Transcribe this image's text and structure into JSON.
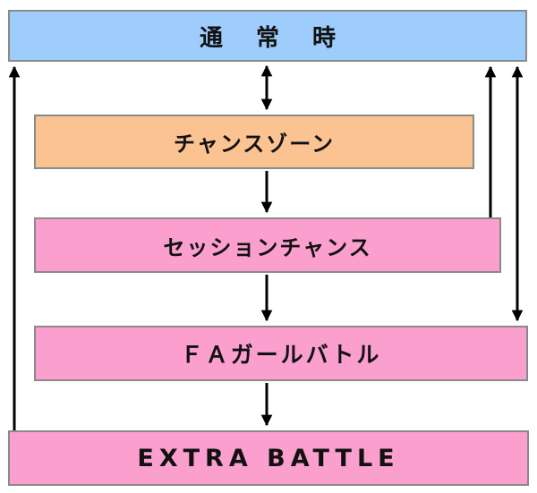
{
  "nodes": {
    "normal": {
      "label": "通 常 時",
      "color": "#9fcdfb"
    },
    "chance_zone": {
      "label": "チャンスゾーン",
      "color": "#fbc391"
    },
    "session_chance": {
      "label": "セッションチャンス",
      "color": "#fb9fcf"
    },
    "fa_girl_battle": {
      "label": "ＦＡガールバトル",
      "color": "#fb9fcf"
    },
    "extra_battle": {
      "label": "EXTRA BATTLE",
      "color": "#fb9fcf"
    }
  },
  "edges": [
    {
      "from": "normal",
      "to": "chance_zone",
      "bidirectional": true
    },
    {
      "from": "chance_zone",
      "to": "session_chance",
      "bidirectional": false
    },
    {
      "from": "session_chance",
      "to": "fa_girl_battle",
      "bidirectional": false
    },
    {
      "from": "fa_girl_battle",
      "to": "extra_battle",
      "bidirectional": false
    },
    {
      "from": "extra_battle",
      "to": "normal",
      "bidirectional": false
    },
    {
      "from": "session_chance",
      "to": "normal",
      "bidirectional": false
    },
    {
      "from": "normal",
      "to": "fa_girl_battle",
      "bidirectional": true
    }
  ],
  "arrow_color": "#000000"
}
